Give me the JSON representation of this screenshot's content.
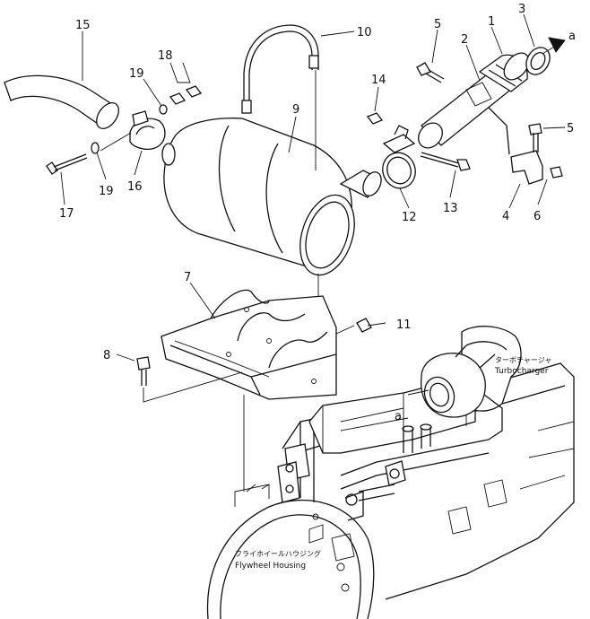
{
  "callouts": [
    {
      "id": "c1",
      "label": "1"
    },
    {
      "id": "c2",
      "label": "2"
    },
    {
      "id": "c3",
      "label": "3"
    },
    {
      "id": "c4",
      "label": "4"
    },
    {
      "id": "c5a",
      "label": "5"
    },
    {
      "id": "c5b",
      "label": "5"
    },
    {
      "id": "c6",
      "label": "6"
    },
    {
      "id": "c7",
      "label": "7"
    },
    {
      "id": "c8",
      "label": "8"
    },
    {
      "id": "c9",
      "label": "9"
    },
    {
      "id": "c10",
      "label": "10"
    },
    {
      "id": "c11",
      "label": "11"
    },
    {
      "id": "c12",
      "label": "12"
    },
    {
      "id": "c13",
      "label": "13"
    },
    {
      "id": "c14",
      "label": "14"
    },
    {
      "id": "c15",
      "label": "15"
    },
    {
      "id": "c16",
      "label": "16"
    },
    {
      "id": "c17",
      "label": "17"
    },
    {
      "id": "c18",
      "label": "18"
    },
    {
      "id": "c19a",
      "label": "19"
    },
    {
      "id": "c19b",
      "label": "19"
    }
  ],
  "connection_marks": {
    "outlet": "a",
    "turbo_inlet": "a"
  },
  "annotations": {
    "turbocharger_jp": "ターボチャージャ",
    "turbocharger_en": "Turbocharger",
    "flywheel_jp": "フライホイールハウジング",
    "flywheel_en": "Flywheel Housing"
  }
}
